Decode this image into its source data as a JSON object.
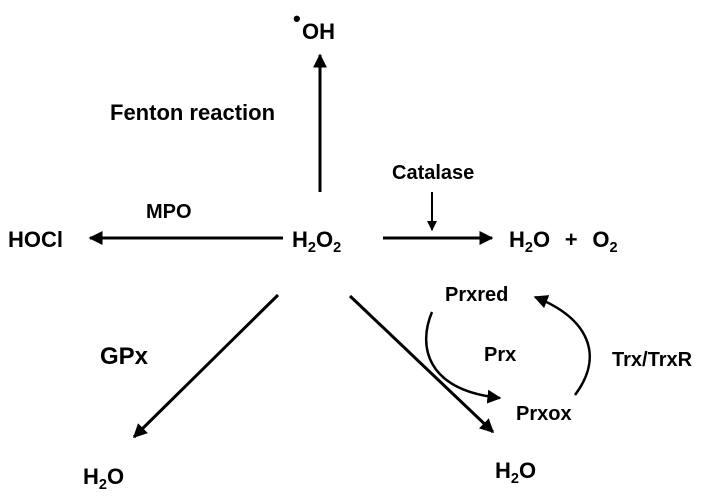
{
  "nodes": {
    "hydroxyl_radical": {
      "dot": "•",
      "text": "OH"
    },
    "h2o2": {
      "h": "H",
      "s1": "2",
      "o": "O",
      "s2": "2"
    },
    "hocl": "HOCl",
    "h2o_o2": {
      "h": "H",
      "s1": "2",
      "o": "O",
      "plus": "+",
      "o2": "O",
      "s2": "2"
    },
    "h2o_left": {
      "h": "H",
      "s": "2",
      "o": "O"
    },
    "h2o_right": {
      "h": "H",
      "s": "2",
      "o": "O"
    },
    "prx_red": "Prxred",
    "prx_ox": "Prxox"
  },
  "labels": {
    "fenton": "Fenton reaction",
    "catalase": "Catalase",
    "mpo": "MPO",
    "gpx": "GPx",
    "prx": "Prx",
    "trx": "Trx/TrxR"
  },
  "colors": {
    "ink": "#000000",
    "background": "#ffffff"
  }
}
